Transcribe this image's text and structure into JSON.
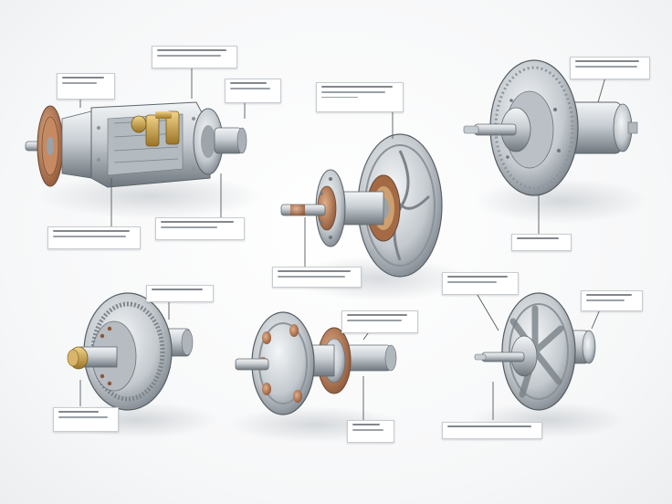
{
  "diagram": {
    "components": [
      {
        "id": "transmission-assembly"
      },
      {
        "id": "flanged-shaft-gear-unit"
      },
      {
        "id": "disc-hub-motor"
      },
      {
        "id": "bevel-gear-hub"
      },
      {
        "id": "dual-flange-coupling"
      },
      {
        "id": "spoked-disc-hub"
      }
    ],
    "labels": [
      {
        "id": "label-1"
      },
      {
        "id": "label-2"
      },
      {
        "id": "label-3"
      },
      {
        "id": "label-4"
      },
      {
        "id": "label-5"
      },
      {
        "id": "label-6"
      },
      {
        "id": "label-7"
      },
      {
        "id": "label-8"
      },
      {
        "id": "label-9"
      },
      {
        "id": "label-10"
      },
      {
        "id": "label-11"
      },
      {
        "id": "label-12"
      },
      {
        "id": "label-13"
      },
      {
        "id": "label-14"
      },
      {
        "id": "label-15"
      },
      {
        "id": "label-16"
      }
    ],
    "colors": {
      "steel_light": "#e6e9ec",
      "steel_mid": "#b9bfc5",
      "steel_dark": "#7d858d",
      "copper": "#b87a52",
      "brass": "#c9a24a",
      "leader_line": "#555b61"
    }
  }
}
